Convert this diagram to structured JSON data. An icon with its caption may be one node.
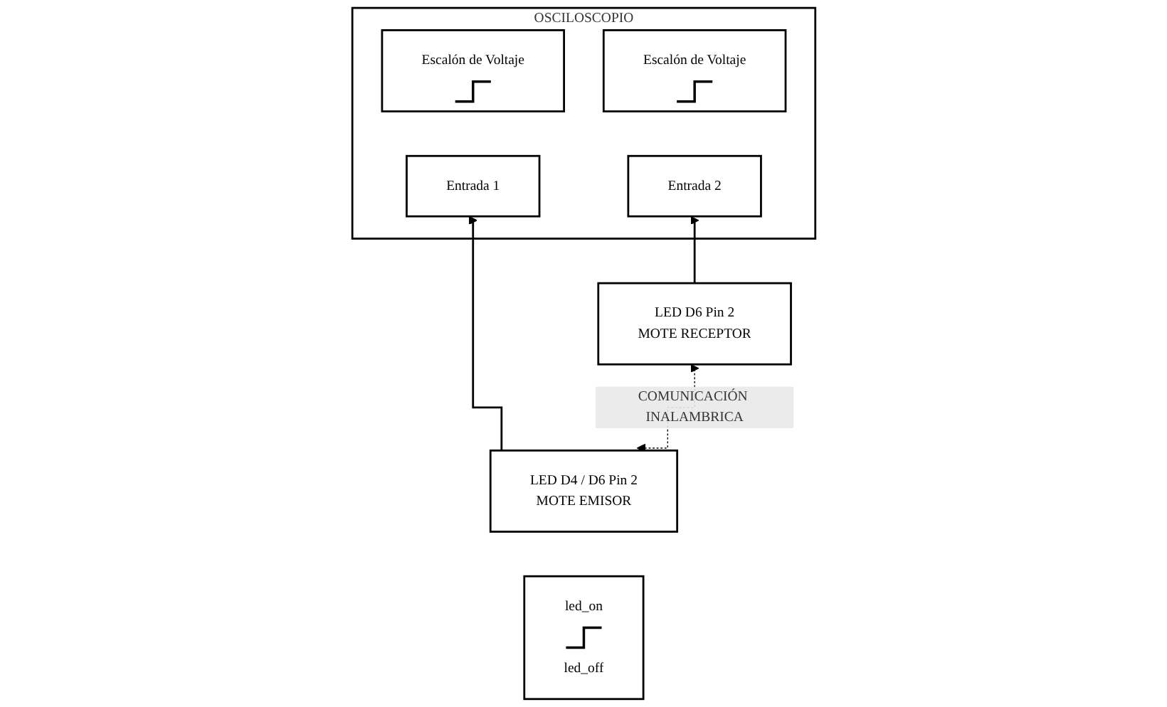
{
  "diagram": {
    "nodes": [
      {
        "text": [
          "OSCILOSCOPIO"
        ]
      },
      {
        "text": [
          "Escalón de Voltaje"
        ],
        "in": 0
      },
      {
        "text": [
          "Escalón de Voltaje"
        ],
        "in": 0
      },
      {
        "text": [
          "Entrada 1"
        ],
        "in": 0
      },
      {
        "text": [
          "Entrada 2"
        ],
        "in": 0
      },
      {
        "text": [
          "LED D4 / D6 Pin 2",
          "MOTE EMISOR"
        ]
      },
      {
        "text": [
          "LED D6 Pin 2",
          "MOTE RECEPTOR"
        ]
      },
      {
        "text": [
          "led_on",
          "led_off"
        ]
      }
    ],
    "edges": [
      {
        "from": 5,
        "to": 3,
        "arrow": "to"
      },
      {
        "from": 6,
        "to": 4,
        "arrow": "to"
      },
      {
        "from": 5,
        "to": 6,
        "arrow": "both",
        "style": "dashed",
        "label": "COMUNICACIÓN INALAMBRICA"
      }
    ]
  }
}
